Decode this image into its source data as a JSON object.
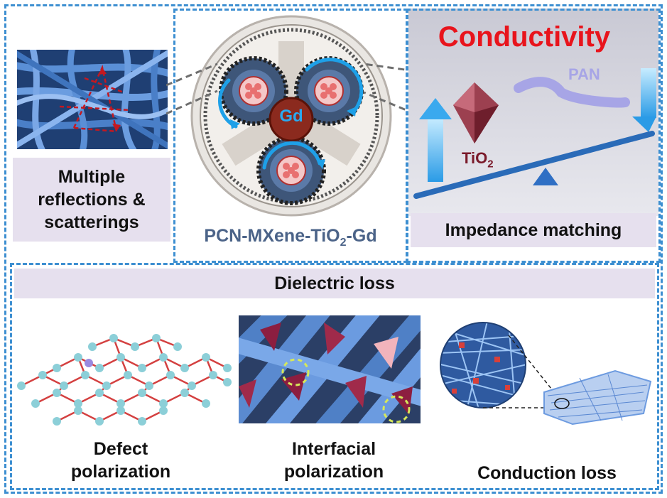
{
  "top": {
    "left_caption": "Multiple reflections & scatterings",
    "center_caption_main": "PCN-MXene-TiO",
    "center_caption_sub": "2",
    "center_caption_end": "-Gd",
    "gd_label": "Gd",
    "right_title": "Conductivity",
    "pan_label": "PAN",
    "tio2_main": "TiO",
    "tio2_sub": "2",
    "right_caption": "Impedance matching"
  },
  "bottom": {
    "header": "Dielectric loss",
    "items": [
      {
        "label": "Defect polarization"
      },
      {
        "label": "Interfacial polarization"
      },
      {
        "label": "Conduction loss"
      }
    ]
  },
  "colors": {
    "border": "#3d8fd1",
    "label_bg": "#e6e0ee",
    "title_red": "#e8141c",
    "fiber_blue": "#4a7fc8",
    "caption_gray": "#4b6388",
    "tio2_red": "#7a1a2a"
  }
}
